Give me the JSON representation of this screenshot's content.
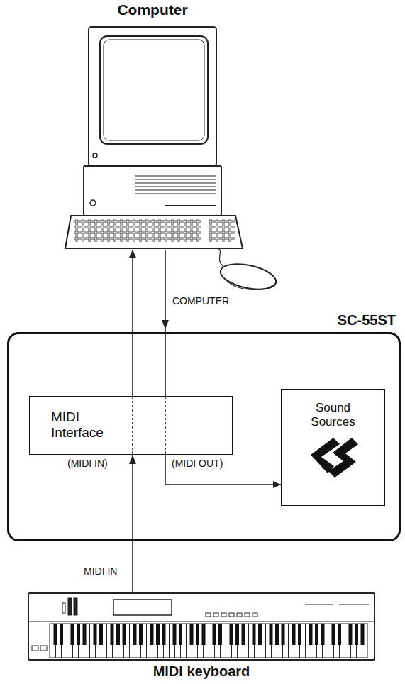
{
  "diagram": {
    "nodes": [
      {
        "text": [
          "Computer"
        ]
      },
      {
        "text": [
          "SC-55ST"
        ]
      },
      {
        "text": [
          "MIDI Interface"
        ],
        "in": 1
      },
      {
        "text": [
          "Sound Sources"
        ],
        "in": 1
      },
      {
        "text": [
          "MIDI keyboard"
        ]
      }
    ],
    "edges": [
      {
        "from": 4,
        "to": 0,
        "arrow": "to",
        "label": "MIDI IN"
      },
      {
        "from": 0,
        "to": 3,
        "arrow": "to",
        "label": "COMPUTER"
      }
    ],
    "labels": [
      "(MIDI IN)",
      "(MIDI OUT)"
    ]
  }
}
